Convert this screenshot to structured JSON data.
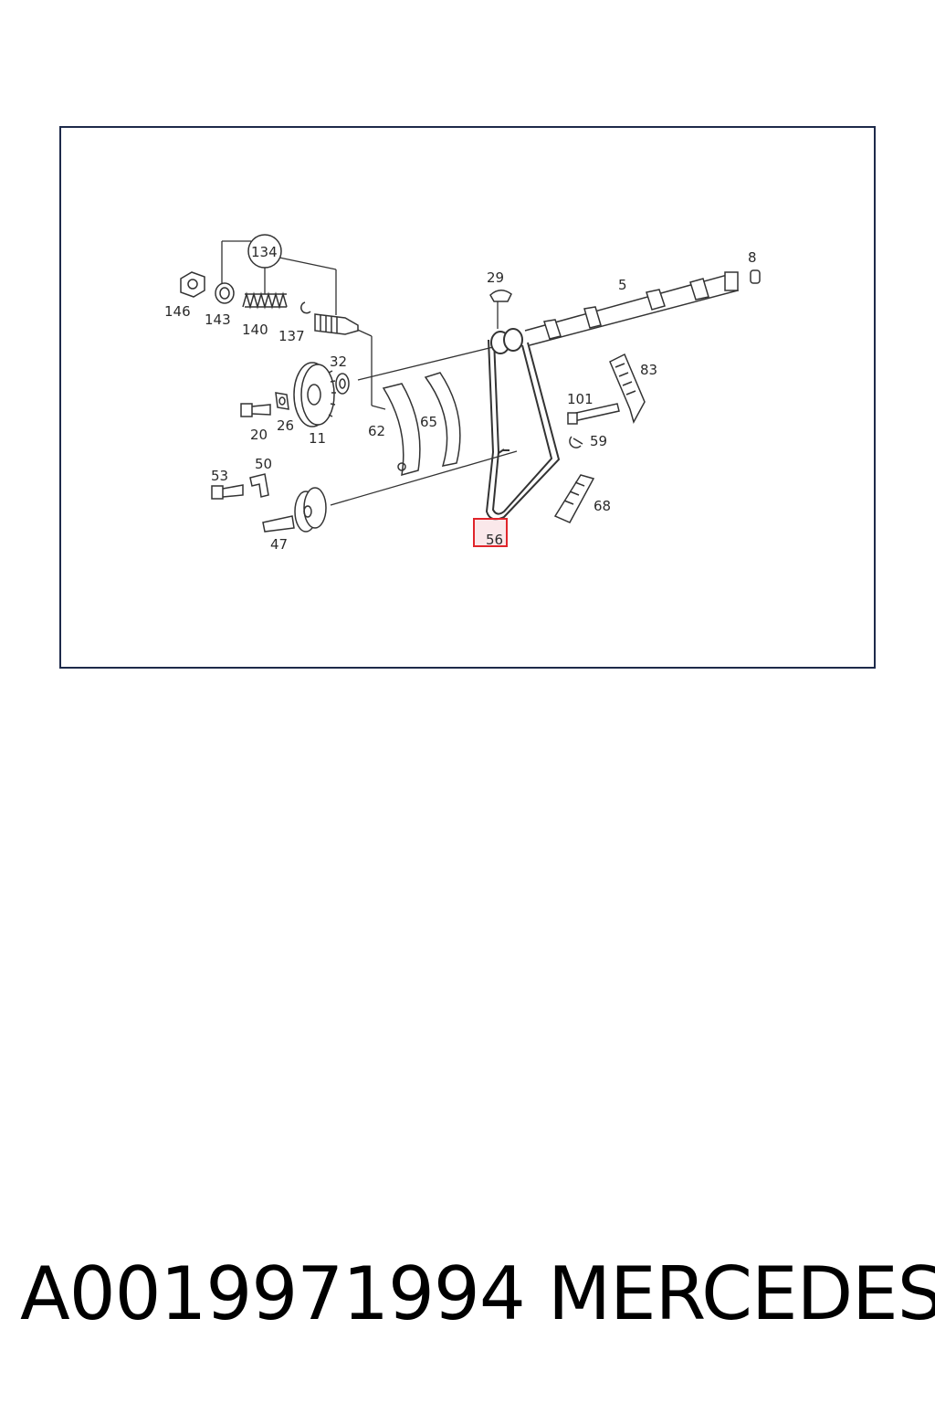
{
  "diagram": {
    "callouts": {
      "c134": "134",
      "c146": "146",
      "c143": "143",
      "c140": "140",
      "c137": "137",
      "c32": "32",
      "c20": "20",
      "c26": "26",
      "c11": "11",
      "c62": "62",
      "c65": "65",
      "c29": "29",
      "c5": "5",
      "c8": "8",
      "c83": "83",
      "c101": "101",
      "c59": "59",
      "c53": "53",
      "c50": "50",
      "c47": "47",
      "c56": "56",
      "c68": "68"
    },
    "highlight": {
      "label": "56",
      "color": "#e0252b"
    },
    "line_color": "#333333"
  },
  "footer": {
    "part_number": "A0019971994",
    "brand": "MERCEDES"
  }
}
